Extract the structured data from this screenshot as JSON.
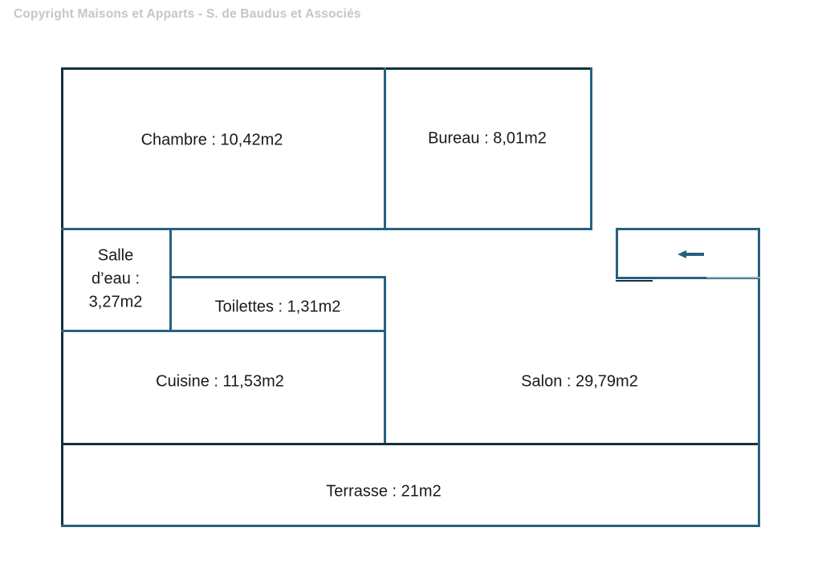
{
  "copyright": "Copyright Maisons et Apparts - S. de Baudus et Associés",
  "floorplan": {
    "rooms": {
      "chambre": {
        "label": "Chambre : 10,42m2"
      },
      "bureau": {
        "label": "Bureau : 8,01m2"
      },
      "salle_deau": {
        "line1": "Salle",
        "line2": "d’eau :",
        "line3": "3,27m2"
      },
      "toilettes": {
        "label": "Toilettes : 1,31m2"
      },
      "cuisine": {
        "label": "Cuisine : 11,53m2"
      },
      "salon": {
        "label": "Salon : 29,79m2"
      },
      "terrasse": {
        "label": "Terrasse : 21m2"
      }
    },
    "entrance": {
      "icon": "left-arrow"
    },
    "colors": {
      "wall_teal": "#26617f",
      "wall_dark": "#13303f",
      "wall_light": "#8fadbd",
      "label_text": "#1a1a1a",
      "copyright_gray": "#c6c6c6"
    }
  }
}
